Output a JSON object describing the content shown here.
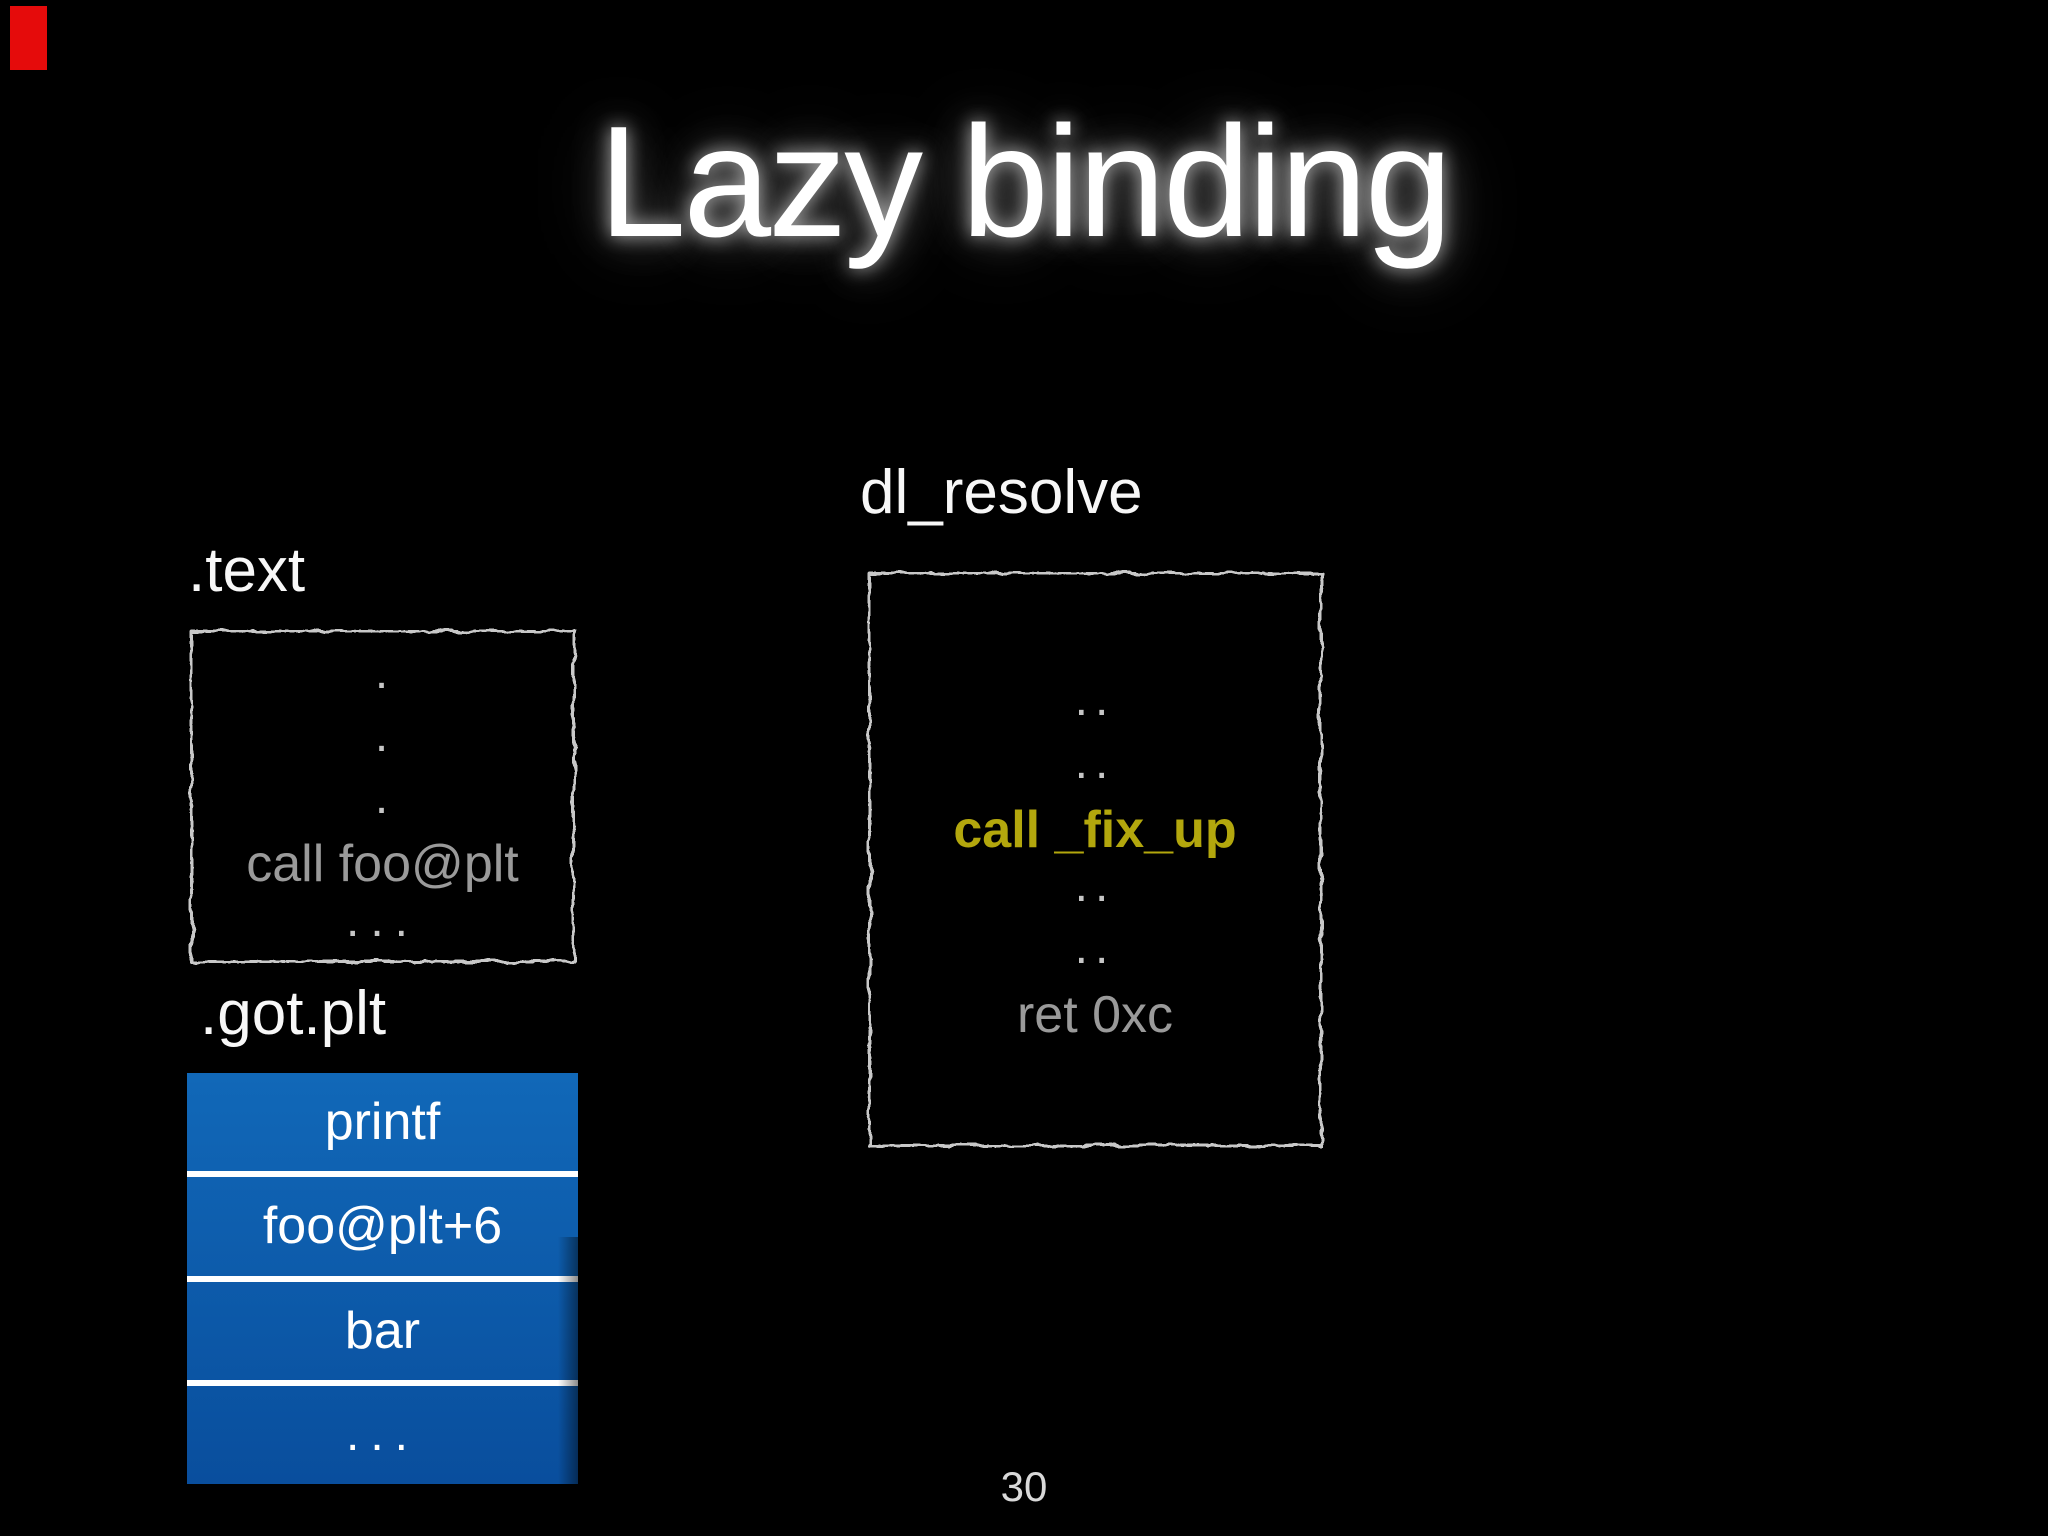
{
  "slide": {
    "title": "Lazy binding",
    "page_number": "30"
  },
  "colors": {
    "accent_red": "#e50b0b",
    "table_blue_top": "#1168b8",
    "table_blue_bottom": "#094e9d",
    "highlight_yellow": "#b3a70d"
  },
  "text_section": {
    "label": ".text",
    "dot": ".",
    "call_line": "call foo@plt",
    "ellipsis": "..."
  },
  "got_plt": {
    "label": ".got.plt",
    "rows": [
      "printf",
      "foo@plt+6",
      "bar",
      "..."
    ]
  },
  "dl_resolve": {
    "label": "dl_resolve",
    "dots": "..",
    "call_line": "call _fix_up",
    "ret_line": "ret 0xc"
  }
}
